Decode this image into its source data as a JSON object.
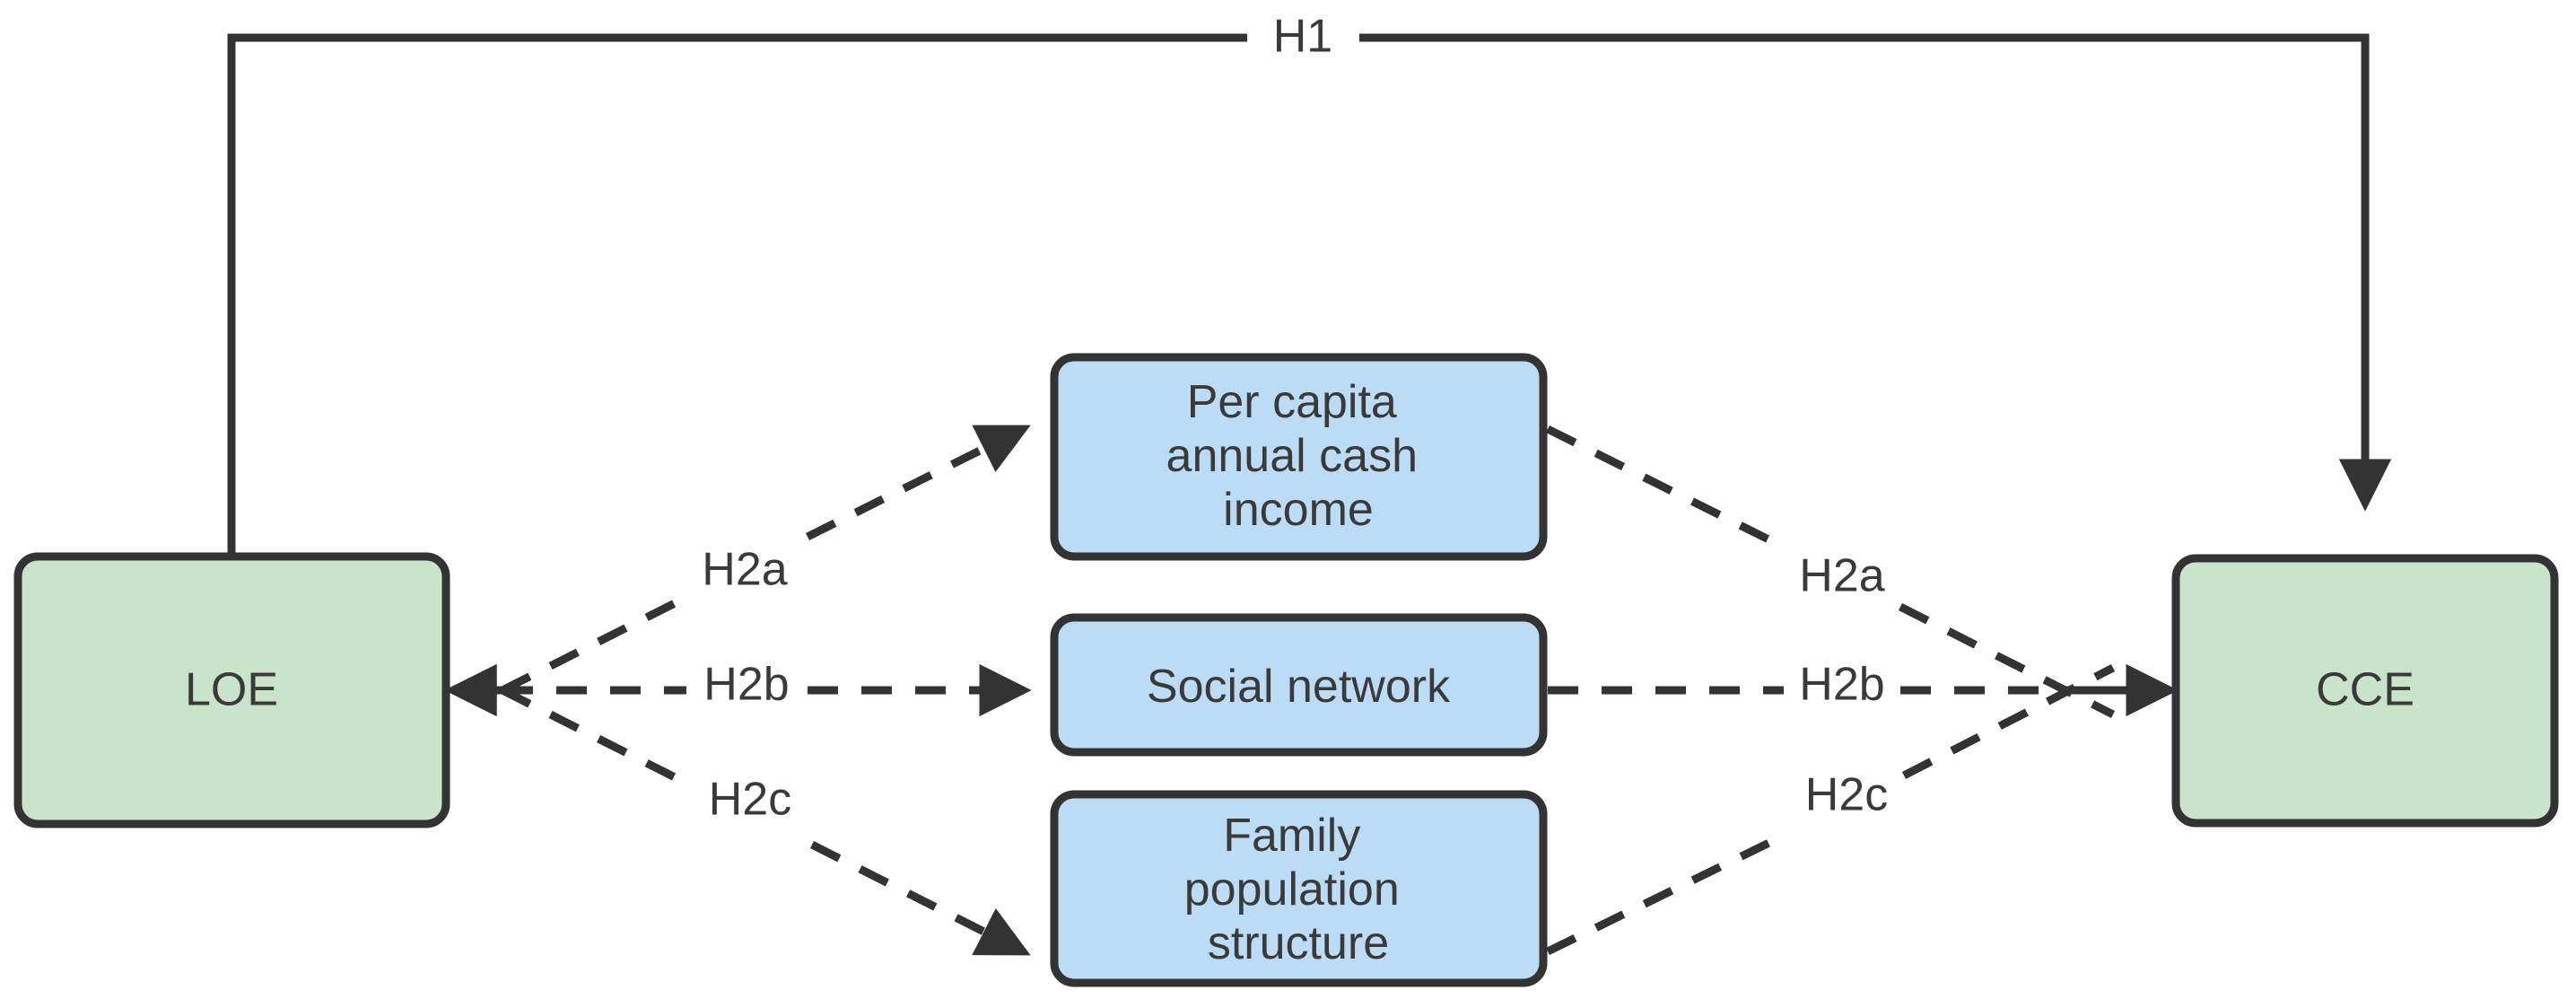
{
  "diagram": {
    "type": "conceptual-path-model",
    "background_color": "#ffffff",
    "stroke_color": "#333333",
    "text_color": "#3a3a3a",
    "endpoint_fill": "#c9e4cb",
    "mediator_fill": "#bcdcf6",
    "nodes": {
      "loe": {
        "label": "LOE",
        "role": "independent-variable",
        "fill": "#c9e4cb"
      },
      "cce": {
        "label": "CCE",
        "role": "dependent-variable",
        "fill": "#c9e4cb"
      },
      "m1": {
        "label_lines": [
          "Per capita",
          "annual cash",
          "income"
        ],
        "role": "mediator",
        "fill": "#bcdcf6"
      },
      "m2": {
        "label_lines": [
          "Social network"
        ],
        "role": "mediator",
        "fill": "#bcdcf6"
      },
      "m3": {
        "label_lines": [
          "Family",
          "population",
          "structure"
        ],
        "role": "mediator",
        "fill": "#bcdcf6"
      }
    },
    "edges": {
      "h1": {
        "label": "H1",
        "style": "solid",
        "from": "loe",
        "to": "cce"
      },
      "h2a_left": {
        "label": "H2a",
        "style": "dashed",
        "from": "loe",
        "to": "m1"
      },
      "h2b_left": {
        "label": "H2b",
        "style": "dashed",
        "from": "loe",
        "to": "m2"
      },
      "h2c_left": {
        "label": "H2c",
        "style": "dashed",
        "from": "loe",
        "to": "m3"
      },
      "h2a_right": {
        "label": "H2a",
        "style": "dashed",
        "from": "m1",
        "to": "cce"
      },
      "h2b_right": {
        "label": "H2b",
        "style": "dashed",
        "from": "m2",
        "to": "cce"
      },
      "h2c_right": {
        "label": "H2c",
        "style": "dashed",
        "from": "m3",
        "to": "cce"
      }
    }
  }
}
